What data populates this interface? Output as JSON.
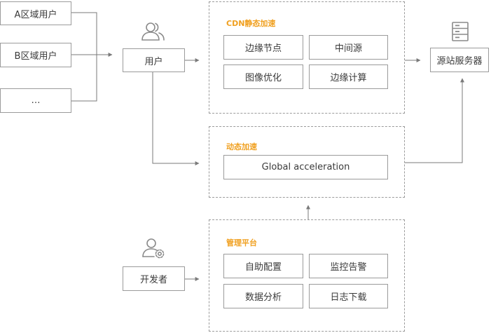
{
  "regions": {
    "a": "A区域用户",
    "b": "B区域用户",
    "more": "…"
  },
  "user": {
    "label": "用户",
    "icon": "users-icon"
  },
  "developer": {
    "label": "开发者",
    "icon": "user-gear-icon"
  },
  "origin": {
    "label": "源站服务器",
    "icon": "server-icon"
  },
  "cdn_static": {
    "title": "CDN静态加速",
    "items": [
      "边缘节点",
      "中间源",
      "图像优化",
      "边缘计算"
    ]
  },
  "dynamic": {
    "title": "动态加速",
    "item": "Global acceleration"
  },
  "platform": {
    "title": "管理平台",
    "items": [
      "自助配置",
      "监控告警",
      "数据分析",
      "日志下载"
    ]
  },
  "colors": {
    "accent": "#f0a020",
    "border": "#9b9b9b",
    "line": "#7a7a7a",
    "icon": "#8a8a8a"
  }
}
